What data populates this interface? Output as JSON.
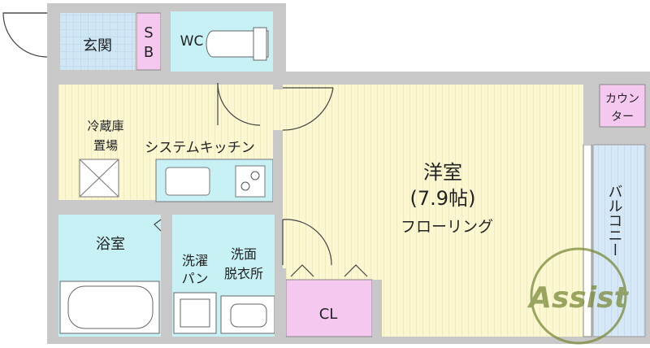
{
  "floorplan": {
    "rooms": {
      "genkan": "玄関",
      "sb_line1": "S",
      "sb_line2": "B",
      "wc": "WC",
      "fridge_line1": "冷蔵庫",
      "fridge_line2": "置場",
      "kitchen": "システムキッチン",
      "western_line1": "洋室",
      "western_line2": "(7.9帖)",
      "western_line3": "フローリング",
      "counter_line1": "カウン",
      "counter_line2": "ター",
      "bath": "浴室",
      "laundry_line1": "洗濯",
      "laundry_line2": "パン",
      "washroom_line1": "洗面",
      "washroom_line2": "脱衣所",
      "cl": "CL",
      "balcony": "バルコニー"
    },
    "watermark": "Assist",
    "colors": {
      "floor_yellow": "#fbf7d2",
      "floor_lines": "#e6dfa8",
      "tile_blue": "#cfe6f5",
      "tile_grid": "#b4d2e8",
      "wet_cyan": "#c7f1f5",
      "storage_pink": "#f5c8f0",
      "wall_gray": "#c8c8c8",
      "balcony_blue": "#d6e8f6",
      "watermark_green": "#7a8a3a"
    }
  }
}
